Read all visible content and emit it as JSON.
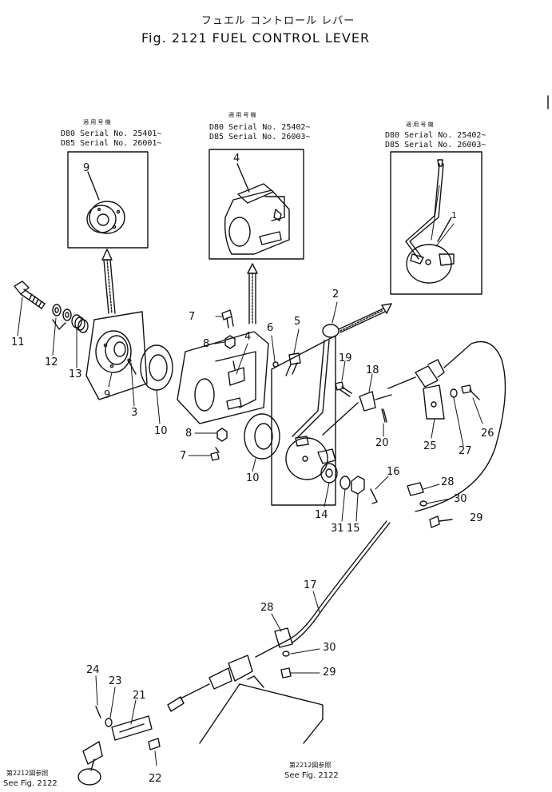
{
  "header": {
    "title_jp": "フュエル コントロール レバー",
    "title_en": "Fig. 2121 FUEL CONTROL LEVER"
  },
  "applicability": [
    {
      "heading": "適 用 号 機",
      "line1": "D80 Serial No. 25401~",
      "line2": "D85 Serial No. 26001~"
    },
    {
      "heading": "適 用 号 機",
      "line1": "D80 Serial No. 25402~",
      "line2": "D85 Serial No. 26003~"
    },
    {
      "heading": "適 用 号 機",
      "line1": "D80 Serial No. 25402~",
      "line2": "D85 Serial No. 26003~"
    }
  ],
  "callouts": {
    "inset_9": "9",
    "inset_4": "4",
    "inset_1": "1",
    "p11": "11",
    "p12": "12",
    "p13": "13",
    "p9": "9",
    "p3": "3",
    "p10a": "10",
    "p7a": "7",
    "p8a": "8",
    "p4": "4",
    "p6": "6",
    "p5": "5",
    "p8b": "8",
    "p7b": "7",
    "p10b": "10",
    "p2": "2",
    "p19": "19",
    "p18": "18",
    "p20": "20",
    "p14": "14",
    "p31": "31",
    "p15": "15",
    "p16": "16",
    "p25": "25",
    "p27": "27",
    "p26": "26",
    "p28a": "28",
    "p30a": "30",
    "p29a": "29",
    "p17": "17",
    "p28b": "28",
    "p30b": "30",
    "p29b": "29",
    "p24": "24",
    "p23": "23",
    "p21": "21",
    "p22": "22"
  },
  "references": {
    "left_jp": "第2212図参照",
    "left_en": "See Fig. 2122",
    "bottom_jp": "第2212図参照",
    "bottom_en": "See Fig. 2122"
  }
}
